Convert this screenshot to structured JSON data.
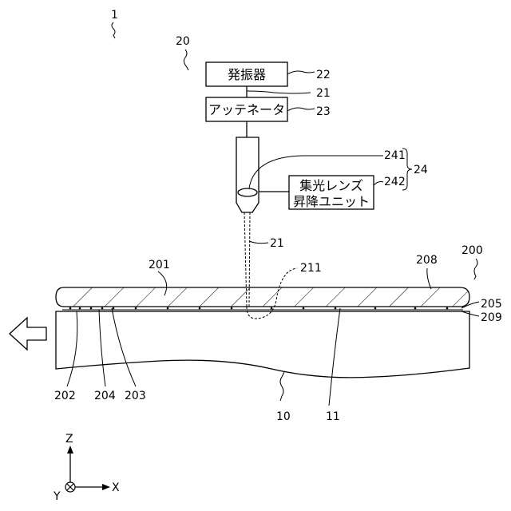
{
  "refs": {
    "r1": "1",
    "r20": "20",
    "r22": "22",
    "r21a": "21",
    "r23": "23",
    "r241": "241",
    "r24": "24",
    "r242": "242",
    "r21b": "21",
    "r211": "211",
    "r200": "200",
    "r201": "201",
    "r208": "208",
    "r205": "205",
    "r209": "209",
    "r202": "202",
    "r204": "204",
    "r203": "203",
    "r10": "10",
    "r11": "11"
  },
  "boxes": {
    "oscillator": "発振器",
    "attenuator": "アッテネータ",
    "lens_unit_line1": "集光レンズ",
    "lens_unit_line2": "昇降ユニット"
  },
  "axes": {
    "z": "Z",
    "y": "Y",
    "x": "X"
  },
  "colors": {
    "line": "#000000",
    "background": "#ffffff"
  }
}
